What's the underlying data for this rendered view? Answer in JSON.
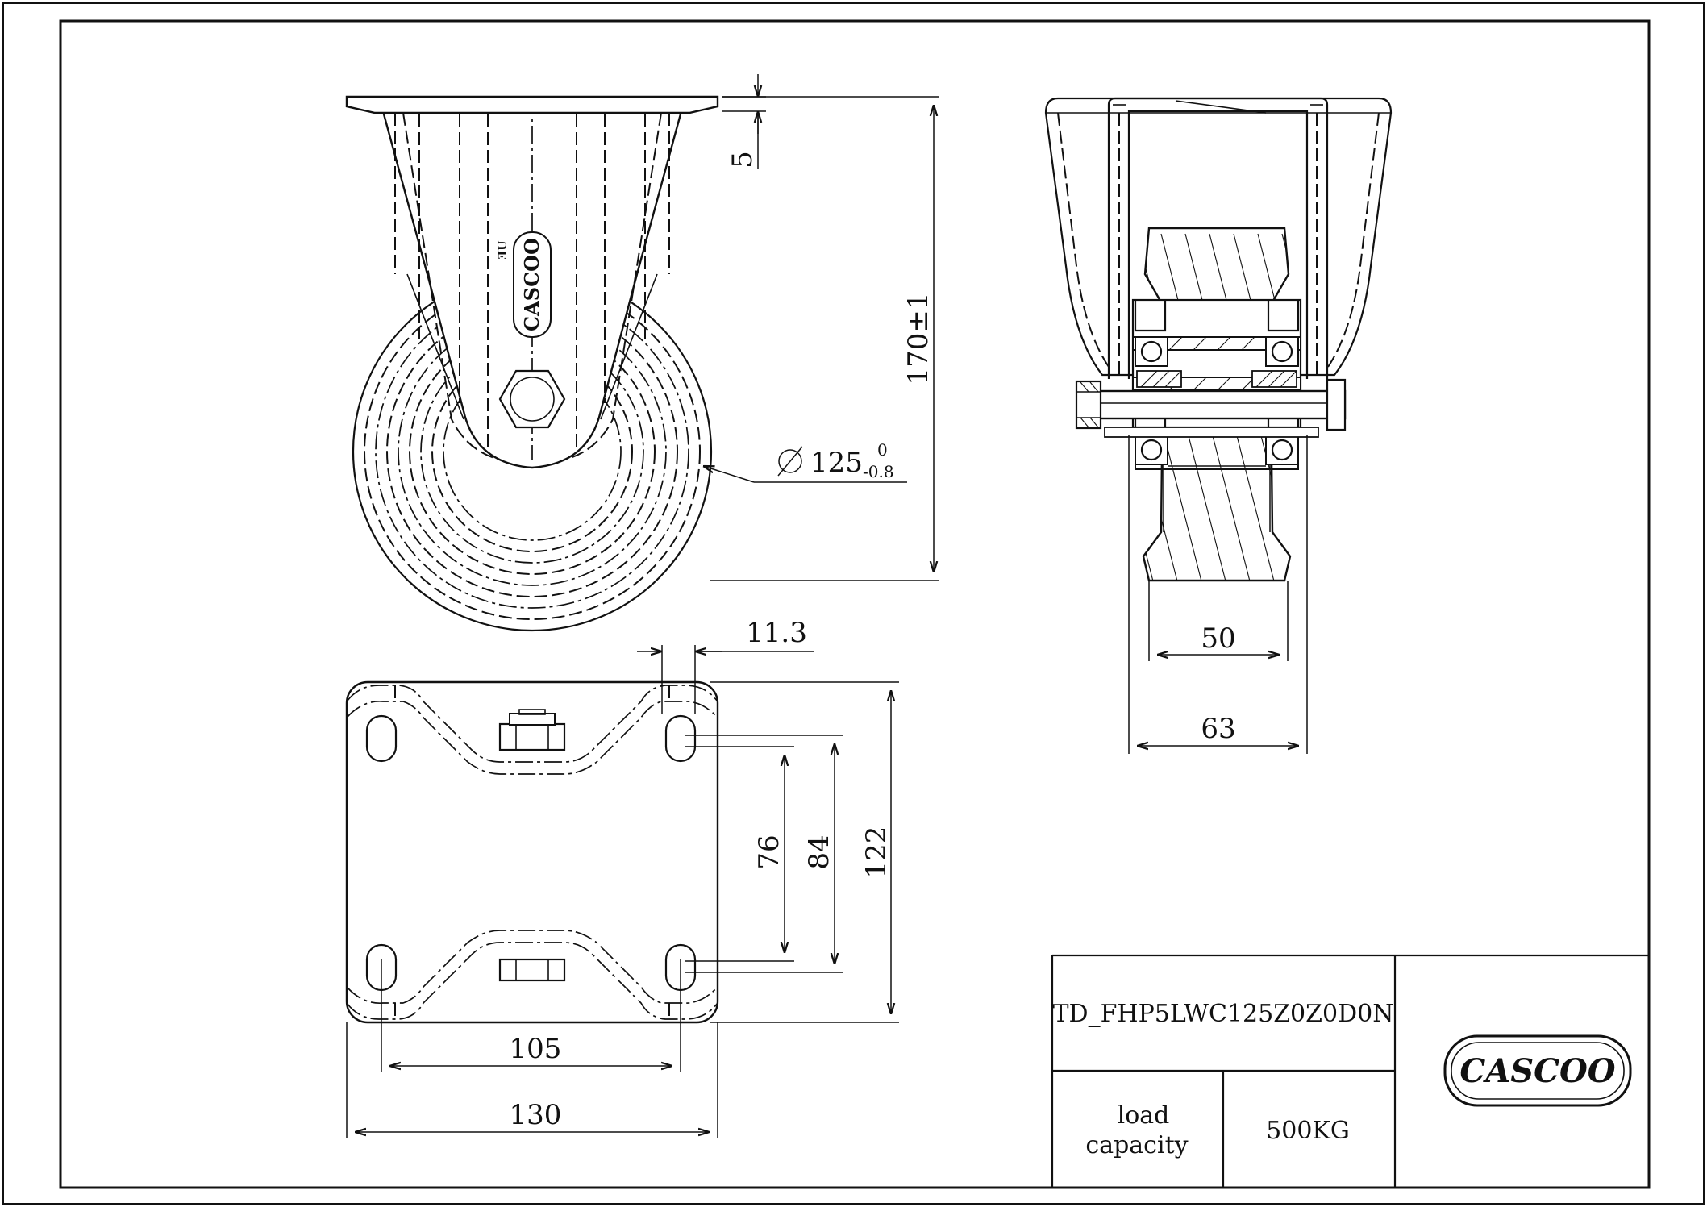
{
  "title_block": {
    "part_number": "TD_FHP5LWC125Z0Z0D0N",
    "load_label_line1": "load",
    "load_label_line2": "capacity",
    "load_value": "500KG",
    "brand": "CASCOO"
  },
  "dimensions": {
    "plate_thickness": "5",
    "overall_height": "170±1",
    "wheel_diameter": "125",
    "wheel_diameter_tol_upper": "0",
    "wheel_diameter_tol_lower": "-0.8",
    "bolt_hole_offset": "11.3",
    "hole_spacing_short": "76",
    "hole_spacing_long": "84",
    "plate_length": "122",
    "hole_spacing_width": "105",
    "plate_width": "130",
    "wheel_width": "50",
    "bracket_width": "63"
  },
  "markings": {
    "bracket_logo": "CASCOO",
    "bracket_small_mark": "ƎU"
  },
  "colors": {
    "line": "#111111",
    "background": "#ffffff"
  }
}
